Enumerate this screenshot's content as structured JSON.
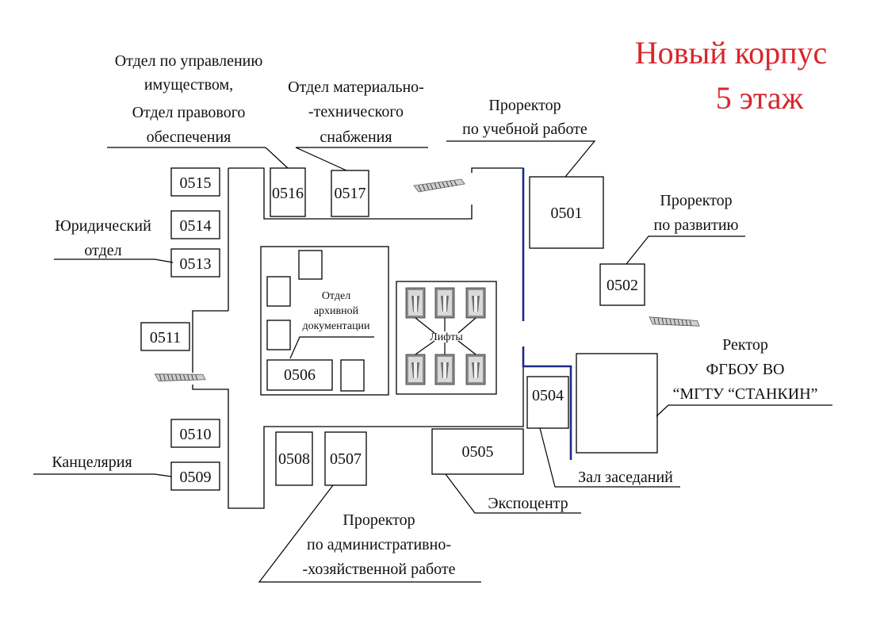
{
  "title": {
    "line1": "Новый корпус",
    "line2": "5 этаж",
    "color": "#d8262c"
  },
  "rooms": {
    "r0501": "0501",
    "r0502": "0502",
    "r0504": "0504",
    "r0505": "0505",
    "r0506": "0506",
    "r0507": "0507",
    "r0508": "0508",
    "r0509": "0509",
    "r0510": "0510",
    "r0511": "0511",
    "r0513": "0513",
    "r0514": "0514",
    "r0515": "0515",
    "r0516": "0516",
    "r0517": "0517"
  },
  "labels": {
    "property_1": "Отдел по управлению",
    "property_2": "имуществом,",
    "property_3": "Отдел правового",
    "property_4": "обеспечения",
    "supply_1": "Отдел материально-",
    "supply_2": "-технического",
    "supply_3": "снабжения",
    "edu_1": "Проректор",
    "edu_2": "по учебной работе",
    "dev_1": "Проректор",
    "dev_2": "по развитию",
    "legal_1": "Юридический",
    "legal_2": "отдел",
    "archive_1": "Отдел",
    "archive_2": "архивной",
    "archive_3": "документации",
    "lifts": "Лифты",
    "rector_1": "Ректор",
    "rector_2": "ФГБОУ ВО",
    "rector_3": "“МГТУ “СТАНКИН”",
    "hall": "Зал заседаний",
    "expo": "Экспоцентр",
    "office": "Канцелярия",
    "admin_1": "Проректор",
    "admin_2": "по административно-",
    "admin_3": "-хозяйственной работе"
  },
  "icons": {
    "stairs": "stairs-icon",
    "elevator": "elevator-icon"
  },
  "colors": {
    "corridor_highlight": "#1c2a8c"
  }
}
